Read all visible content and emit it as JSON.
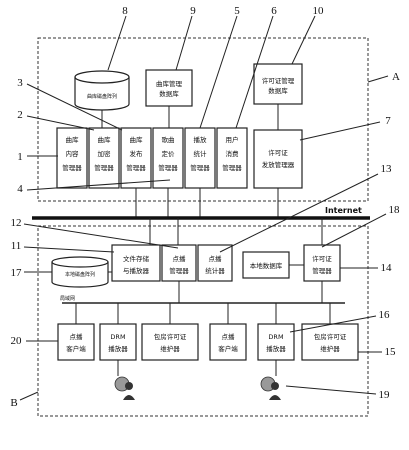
{
  "regions": {
    "top": "A",
    "bottom": "B"
  },
  "internet_label": "Internet",
  "lan_label": "局域网",
  "top": {
    "music_db": "曲库磁盘阵列",
    "music_mgmt_db": [
      "曲库管理",
      "数据库"
    ],
    "license_mgmt_db": [
      "许可证管理",
      "数据库"
    ],
    "modules": [
      [
        "曲库",
        "内容",
        "管理器"
      ],
      [
        "曲库",
        "加密",
        "管理器"
      ],
      [
        "曲库",
        "发布",
        "管理器"
      ],
      [
        "歌曲",
        "定价",
        "管理器"
      ],
      [
        "播放",
        "统计",
        "管理器"
      ],
      [
        "用户",
        "消费",
        "管理器"
      ]
    ],
    "license_issue": [
      "许可证",
      "发放管理器"
    ]
  },
  "bottom": {
    "file_storage": [
      "文件存储",
      "与播放器"
    ],
    "local_disk": "本地磁盘阵列",
    "vod_manager": [
      "点播",
      "管理器"
    ],
    "vod_stats": [
      "点播",
      "统计器"
    ],
    "local_db": "本地数据库",
    "license_manager": [
      "许可证",
      "管理器"
    ],
    "vod_client_1": [
      "点播",
      "客户端"
    ],
    "drm_player_1": [
      "DRM",
      "播放器"
    ],
    "room_license_1": [
      "包房许可证",
      "维护器"
    ],
    "vod_client_2": [
      "点播",
      "客户端"
    ],
    "drm_player_2": [
      "DRM",
      "播放器"
    ],
    "room_license_2": [
      "包房许可证",
      "维护器"
    ]
  },
  "numbers": {
    "n1": "1",
    "n2": "2",
    "n3": "3",
    "n4": "4",
    "n5": "5",
    "n6": "6",
    "n7": "7",
    "n8": "8",
    "n9": "9",
    "n10": "10",
    "n11": "11",
    "n12": "12",
    "n13": "13",
    "n14": "14",
    "n15": "15",
    "n16": "16",
    "n17": "17",
    "n18": "18",
    "n19": "19",
    "n20": "20"
  }
}
